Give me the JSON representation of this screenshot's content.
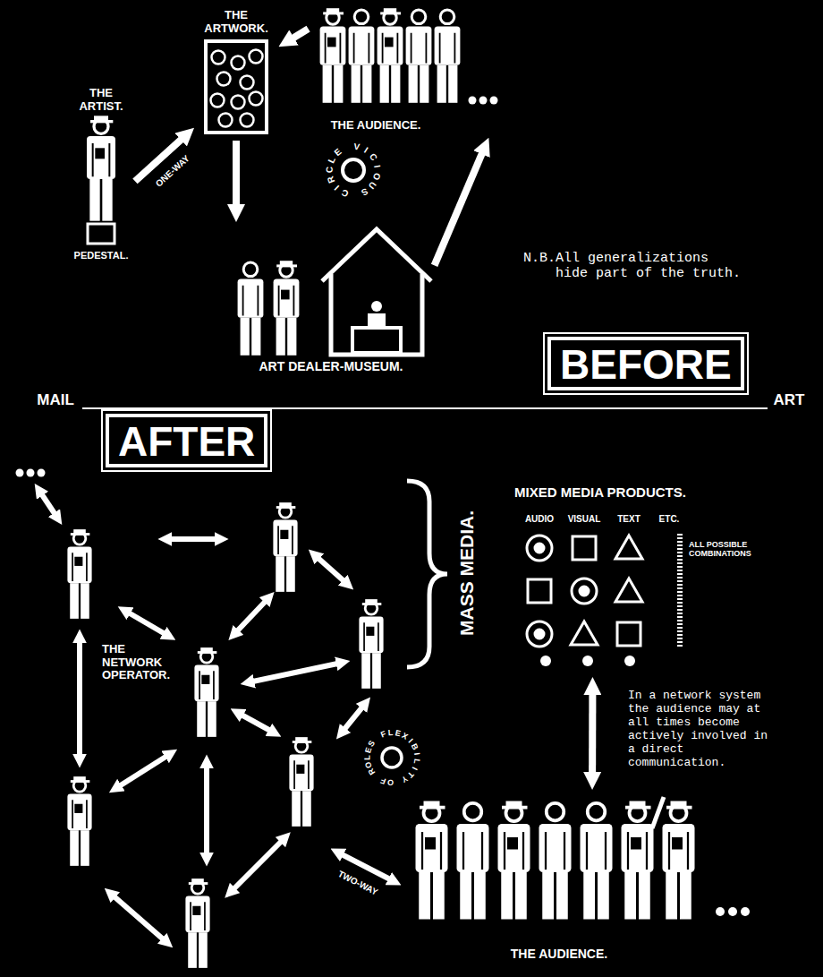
{
  "diagram": {
    "nodes": [
      {
        "text": [
          "THE ARTWORK."
        ]
      },
      {
        "text": [
          "THE ARTIST."
        ]
      },
      {
        "text": [
          "THE AUDIENCE."
        ]
      },
      {
        "text": [
          "ART DEALER-MUSEUM."
        ]
      },
      {
        "text": [
          "BEFORE"
        ]
      },
      {
        "text": [
          "AFTER"
        ]
      },
      {
        "text": [
          "THE NETWORK OPERATOR."
        ]
      },
      {
        "text": [
          "MIXED MEDIA PRODUCTS."
        ]
      },
      {
        "text": [
          "THE AUDIENCE."
        ]
      }
    ],
    "edges": [
      {
        "from": 1,
        "to": 0,
        "arrow": "to",
        "label": "ONE-WAY"
      },
      {
        "from": 0,
        "to": 3,
        "arrow": "to"
      },
      {
        "from": 3,
        "to": 2,
        "arrow": "to"
      },
      {
        "from": 2,
        "to": 0,
        "arrow": "to"
      },
      {
        "from": 7,
        "to": 8,
        "arrow": "both"
      }
    ],
    "labels": [
      "PEDESTAL.",
      "VICIOUS CIRCLE",
      "N.B.All generalizations hide part of the truth.",
      "MAIL",
      "ART",
      "MASS MEDIA.",
      "AUDIO",
      "VISUAL",
      "TEXT",
      "ETC.",
      "ALL POSSIBLE COMBINATIONS",
      "In a network system the audience may at all times become actively involved in a direct communication.",
      "FLEXIBILITY OF ROLES",
      "TWO-WAY"
    ]
  }
}
